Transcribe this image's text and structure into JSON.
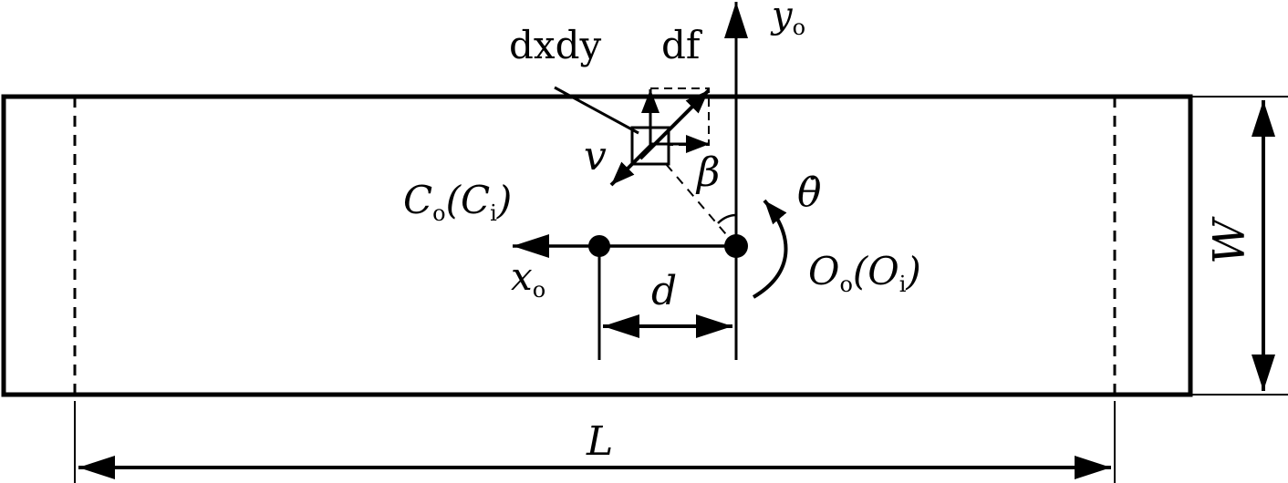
{
  "labels": {
    "dxdy": "dxdy",
    "df": "df",
    "y_axis": "y",
    "y_axis_sub": "o",
    "x_axis": "x",
    "x_axis_sub": "o",
    "v": "v",
    "beta": "β",
    "theta_dot": "θ̇",
    "C": "C",
    "C_sub": "o",
    "C_paren_open": "(C",
    "C_paren_sub": "i",
    "C_paren_close": ")",
    "O": "O",
    "O_sub": "o",
    "O_paren_open": "(O",
    "O_paren_sub": "i",
    "O_paren_close": ")",
    "d": "d",
    "W": "W",
    "L": "L"
  }
}
